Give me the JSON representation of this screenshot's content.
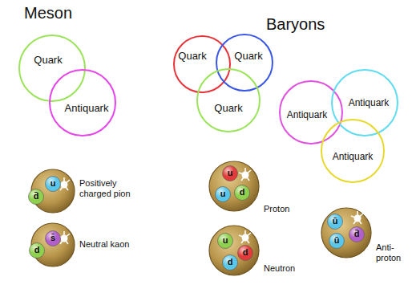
{
  "diagram": {
    "nodes": [
      {
        "text": [
          "Quark"
        ]
      },
      {
        "text": [
          "Antiquark"
        ]
      },
      {
        "text": [
          "Quark"
        ]
      },
      {
        "text": [
          "Quark"
        ]
      },
      {
        "text": [
          "Quark"
        ]
      },
      {
        "text": [
          "Antiquark"
        ]
      },
      {
        "text": [
          "Antiquark"
        ]
      },
      {
        "text": [
          "Antiquark"
        ]
      },
      {
        "text": [
          "Positively charged pion"
        ]
      },
      {
        "text": [
          "d̄"
        ],
        "in": 8
      },
      {
        "text": [
          "u"
        ],
        "in": 8
      },
      {
        "text": [
          "Neutral kaon"
        ]
      },
      {
        "text": [
          "d"
        ],
        "in": 11
      },
      {
        "text": [
          "s̄"
        ],
        "in": 11
      },
      {
        "text": [
          "Proton"
        ]
      },
      {
        "text": [
          "u"
        ],
        "in": 14
      },
      {
        "text": [
          "u"
        ],
        "in": 14
      },
      {
        "text": [
          "d"
        ],
        "in": 14
      },
      {
        "text": [
          "Neutron"
        ]
      },
      {
        "text": [
          "u"
        ],
        "in": 18
      },
      {
        "text": [
          "d"
        ],
        "in": 18
      },
      {
        "text": [
          "d"
        ],
        "in": 18
      },
      {
        "text": [
          "Anti-proton"
        ]
      },
      {
        "text": [
          "ū"
        ],
        "in": 22
      },
      {
        "text": [
          "ū"
        ],
        "in": 22
      },
      {
        "text": [
          "d̄"
        ],
        "in": 22
      }
    ],
    "labels": [
      "Meson",
      "Baryons"
    ]
  }
}
